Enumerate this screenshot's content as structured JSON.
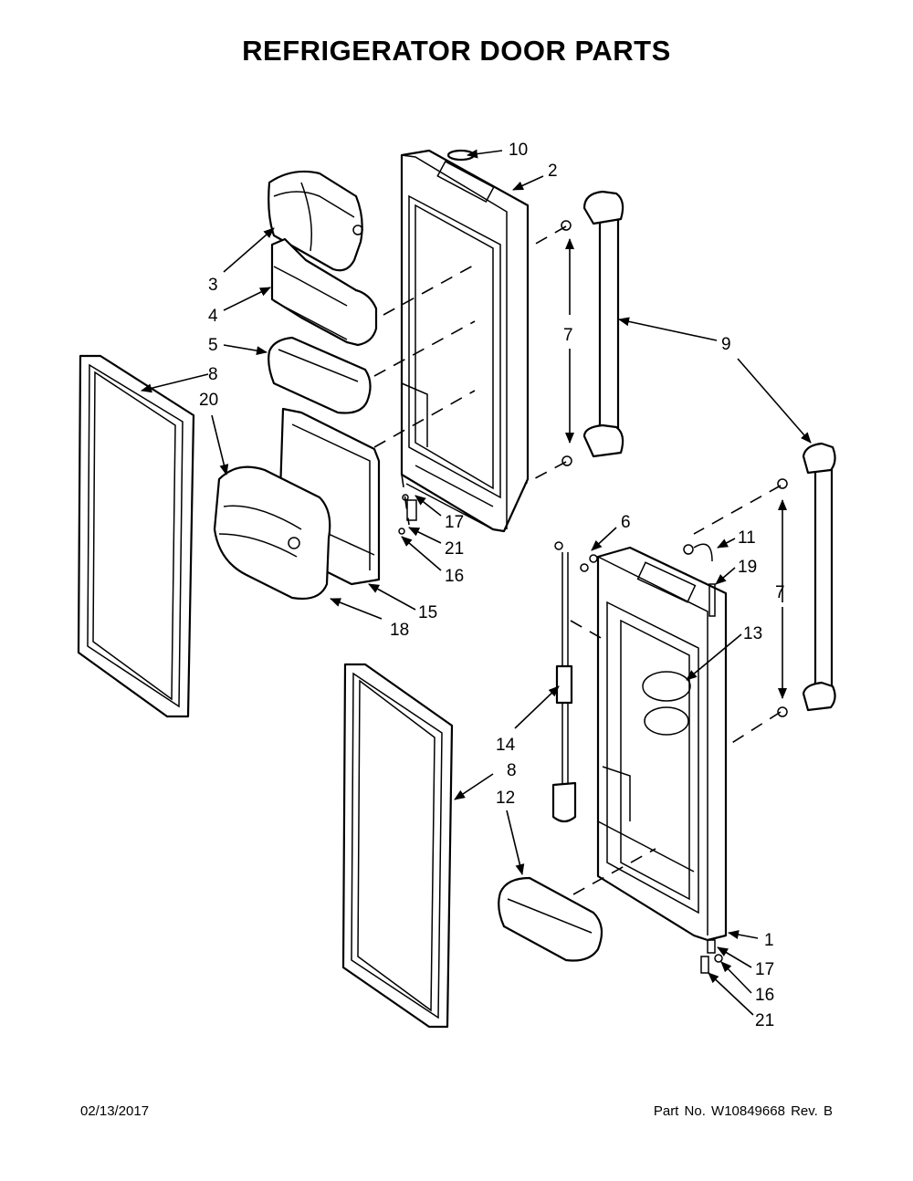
{
  "title": "REFRIGERATOR DOOR PARTS",
  "footer": {
    "date": "02/13/2017",
    "part_text": "Part No.  W10849668  Rev.  B"
  },
  "callouts": [
    {
      "id": "c10",
      "label": "10"
    },
    {
      "id": "c2",
      "label": "2"
    },
    {
      "id": "c3",
      "label": "3"
    },
    {
      "id": "c4",
      "label": "4"
    },
    {
      "id": "c5",
      "label": "5"
    },
    {
      "id": "c7a",
      "label": "7"
    },
    {
      "id": "c9",
      "label": "9"
    },
    {
      "id": "c8a",
      "label": "8"
    },
    {
      "id": "c20",
      "label": "20"
    },
    {
      "id": "c17a",
      "label": "17"
    },
    {
      "id": "c21a",
      "label": "21"
    },
    {
      "id": "c16a",
      "label": "16"
    },
    {
      "id": "c6",
      "label": "6"
    },
    {
      "id": "c11",
      "label": "11"
    },
    {
      "id": "c19",
      "label": "19"
    },
    {
      "id": "c7b",
      "label": "7"
    },
    {
      "id": "c15",
      "label": "15"
    },
    {
      "id": "c18",
      "label": "18"
    },
    {
      "id": "c13",
      "label": "13"
    },
    {
      "id": "c14",
      "label": "14"
    },
    {
      "id": "c8b",
      "label": "8"
    },
    {
      "id": "c12",
      "label": "12"
    },
    {
      "id": "c1",
      "label": "1"
    },
    {
      "id": "c17b",
      "label": "17"
    },
    {
      "id": "c16b",
      "label": "16"
    },
    {
      "id": "c21b",
      "label": "21"
    }
  ]
}
